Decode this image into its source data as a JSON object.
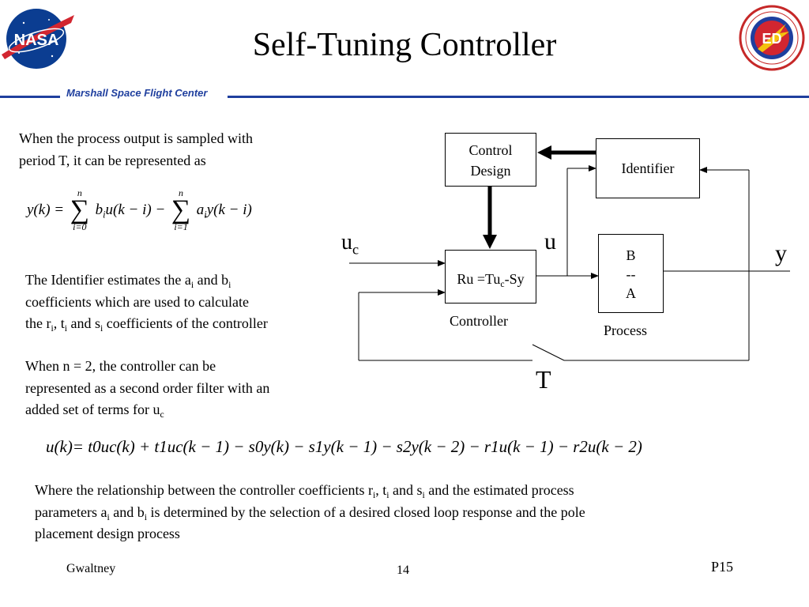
{
  "header": {
    "title": "Self-Tuning Controller",
    "org": "Marshall Space Flight Center",
    "nasa_logo_text": "NASA",
    "badge_text": "ED",
    "brand_blue": "#1f3f9e",
    "nasa_blue": "#0b3d91",
    "nasa_red": "#d22630"
  },
  "intro": {
    "line1": "When the process output is sampled with",
    "line2": "period T, it can be represented as"
  },
  "equation1": {
    "lhs": "y(k) =",
    "term1": "b",
    "term1_sub": "i",
    "term1_rest": "u(k − i) −",
    "term2": "a",
    "term2_sub": "i",
    "term2_rest": "y(k − i)",
    "sum1_upper": "n",
    "sum1_lower": "i=0",
    "sum2_upper": "n",
    "sum2_lower": "i=1",
    "sigma": "∑"
  },
  "identifier_text": {
    "l1a": "The Identifier estimates the a",
    "l1_sub1": "i",
    "l1b": " and b",
    "l1_sub2": "i",
    "l2": "coefficients which are used to calculate",
    "l3a": "the r",
    "l3_sub1": "i",
    "l3b": ", t",
    "l3_sub2": "i",
    "l3c": " and s",
    "l3_sub3": "i",
    "l3d": " coefficients of the controller"
  },
  "n2_text": {
    "l1": "When n = 2, the controller can be",
    "l2": "represented as a second order filter with an",
    "l3a": "added set of terms for u",
    "l3_sub": "c"
  },
  "equation2": {
    "text": "u(k)= t0uc(k) + t1uc(k − 1) − s0y(k) − s1y(k − 1) − s2y(k − 2) − r1u(k − 1) − r2u(k − 2)"
  },
  "bottom_text": {
    "l1a": "Where the relationship between the controller coefficients r",
    "l1_sub1": "i",
    "l1b": ", t",
    "l1_sub2": "i",
    "l1c": " and s",
    "l1_sub3": "i",
    "l1d": "  and the estimated process",
    "l2a": "parameters a",
    "l2_sub1": "i",
    "l2b": " and b",
    "l2_sub2": "i",
    "l2c": " is determined by the selection of a desired closed loop response and the pole",
    "l3": "placement design process"
  },
  "diagram": {
    "control_design_l1": "Control",
    "control_design_l2": "Design",
    "identifier": "Identifier",
    "controller_box_a": "Ru =Tu",
    "controller_box_sub": "c",
    "controller_box_b": "-Sy",
    "controller_label": "Controller",
    "process_b": "B",
    "process_div": "--",
    "process_a": "A",
    "process_label": "Process",
    "uc": "u",
    "uc_sub": "c",
    "u": "u",
    "y": "y",
    "T": "T"
  },
  "footer": {
    "author": "Gwaltney",
    "page": "14",
    "ref": "P15"
  }
}
